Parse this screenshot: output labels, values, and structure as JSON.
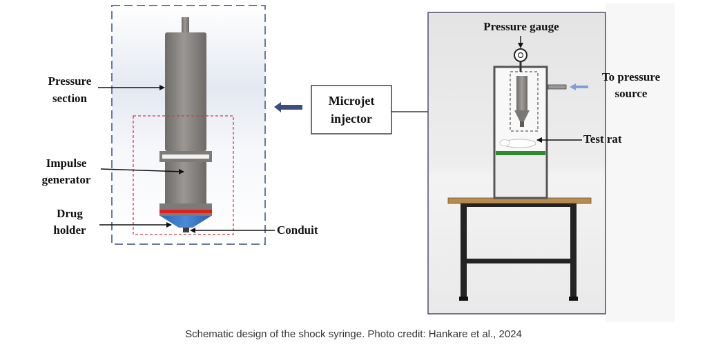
{
  "labels": {
    "pressure_section_line1": "Pressure",
    "pressure_section_line2": "section",
    "impulse_generator_line1": "Impulse",
    "impulse_generator_line2": "generator",
    "drug_holder_line1": "Drug",
    "drug_holder_line2": "holder",
    "conduit": "Conduit",
    "microjet_line1": "Microjet",
    "microjet_line2": "injector",
    "pressure_gauge": "Pressure gauge",
    "pressure_source_line1": "To pressure",
    "pressure_source_line2": "source",
    "test_rat": "Test rat"
  },
  "caption": "Schematic design of the shock syringe. Photo credit: Hankare et al., 2024",
  "colors": {
    "body_gray": "#8a8784",
    "dash_blue": "#6a7a9e",
    "dash_red": "#d23a3a",
    "ring_red": "#e21f1f",
    "cone_blue": "#3b78c9",
    "arrow_navy": "#3b4f7e",
    "arrow_light_blue": "#7e9fd8",
    "table_top": "#b78a4e"
  }
}
